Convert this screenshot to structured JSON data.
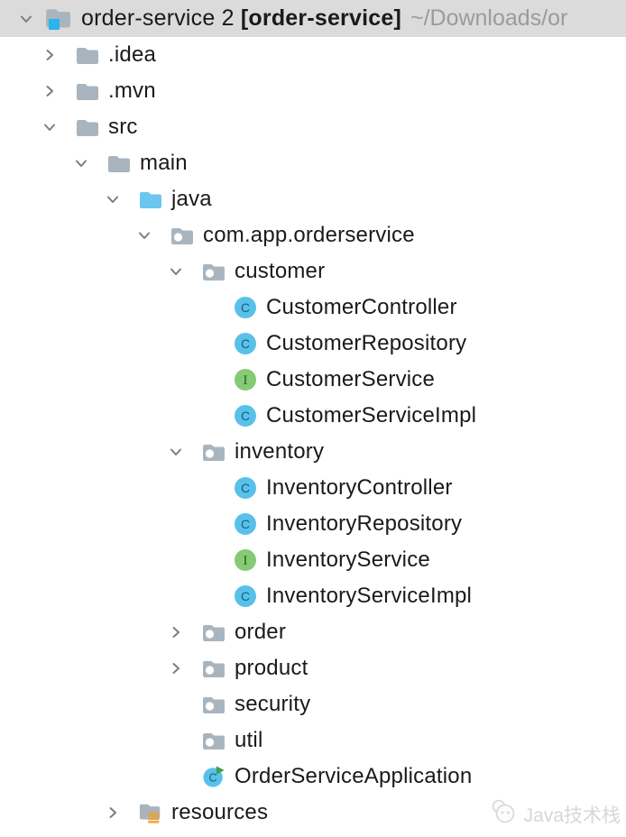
{
  "header": {
    "project_name": "order-service 2",
    "project_alias": "[order-service]",
    "project_path": "~/Downloads/or",
    "chevron": "expanded",
    "icon": "project-folder-icon"
  },
  "tree": {
    "rows": [
      {
        "label": ".idea",
        "level": 1,
        "icon": "folder-icon",
        "chevron": "collapsed"
      },
      {
        "label": ".mvn",
        "level": 1,
        "icon": "folder-icon",
        "chevron": "collapsed"
      },
      {
        "label": "src",
        "level": 1,
        "icon": "folder-icon",
        "chevron": "expanded"
      },
      {
        "label": "main",
        "level": 2,
        "icon": "folder-icon",
        "chevron": "expanded"
      },
      {
        "label": "java",
        "level": 3,
        "icon": "source-folder-icon",
        "chevron": "expanded"
      },
      {
        "label": "com.app.orderservice",
        "level": 4,
        "icon": "package-icon",
        "chevron": "expanded"
      },
      {
        "label": "customer",
        "level": 5,
        "icon": "package-icon",
        "chevron": "expanded"
      },
      {
        "label": "CustomerController",
        "level": 6,
        "icon": "class-icon",
        "chevron": "none"
      },
      {
        "label": "CustomerRepository",
        "level": 6,
        "icon": "class-icon",
        "chevron": "none"
      },
      {
        "label": "CustomerService",
        "level": 6,
        "icon": "interface-icon",
        "chevron": "none"
      },
      {
        "label": "CustomerServiceImpl",
        "level": 6,
        "icon": "class-icon",
        "chevron": "none"
      },
      {
        "label": "inventory",
        "level": 5,
        "icon": "package-icon",
        "chevron": "expanded"
      },
      {
        "label": "InventoryController",
        "level": 6,
        "icon": "class-icon",
        "chevron": "none"
      },
      {
        "label": "InventoryRepository",
        "level": 6,
        "icon": "class-icon",
        "chevron": "none"
      },
      {
        "label": "InventoryService",
        "level": 6,
        "icon": "interface-icon",
        "chevron": "none"
      },
      {
        "label": "InventoryServiceImpl",
        "level": 6,
        "icon": "class-icon",
        "chevron": "none"
      },
      {
        "label": "order",
        "level": 5,
        "icon": "package-icon",
        "chevron": "collapsed"
      },
      {
        "label": "product",
        "level": 5,
        "icon": "package-icon",
        "chevron": "collapsed"
      },
      {
        "label": "security",
        "level": 5,
        "icon": "package-icon",
        "chevron": "none"
      },
      {
        "label": "util",
        "level": 5,
        "icon": "package-icon",
        "chevron": "none"
      },
      {
        "label": "OrderServiceApplication",
        "level": 5,
        "icon": "runnable-class-icon",
        "chevron": "none"
      },
      {
        "label": "resources",
        "level": 3,
        "icon": "resources-folder-icon",
        "chevron": "collapsed"
      }
    ]
  },
  "watermark": {
    "text": "Java技术栈",
    "logo": "jtz-logo-icon"
  },
  "colors": {
    "header_bg": "#dbdbdb",
    "text": "#1a1a1a",
    "path_text": "#9b9b9b",
    "chevron": "#7d7d7d",
    "folder": "#a9b5be",
    "source_folder": "#6bc6f0",
    "project_badge": "#29b3ef",
    "class_fill": "#58c1ea",
    "class_letter": "#1b5c7e",
    "interface_fill": "#85ca74",
    "interface_letter": "#27592a",
    "run_badge": "#3da04b",
    "resource_bars": "#e8a33c",
    "watermark": "#d7d7d7"
  }
}
